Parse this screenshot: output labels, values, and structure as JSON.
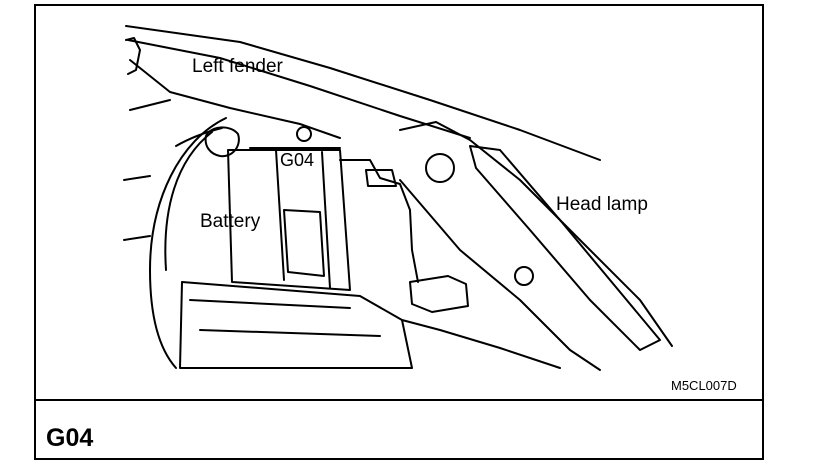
{
  "labels": {
    "left_fender": "Left fender",
    "ground_point": "G04",
    "battery": "Battery",
    "head_lamp": "Head lamp"
  },
  "figure_code": "M5CL007D",
  "title": "G04"
}
